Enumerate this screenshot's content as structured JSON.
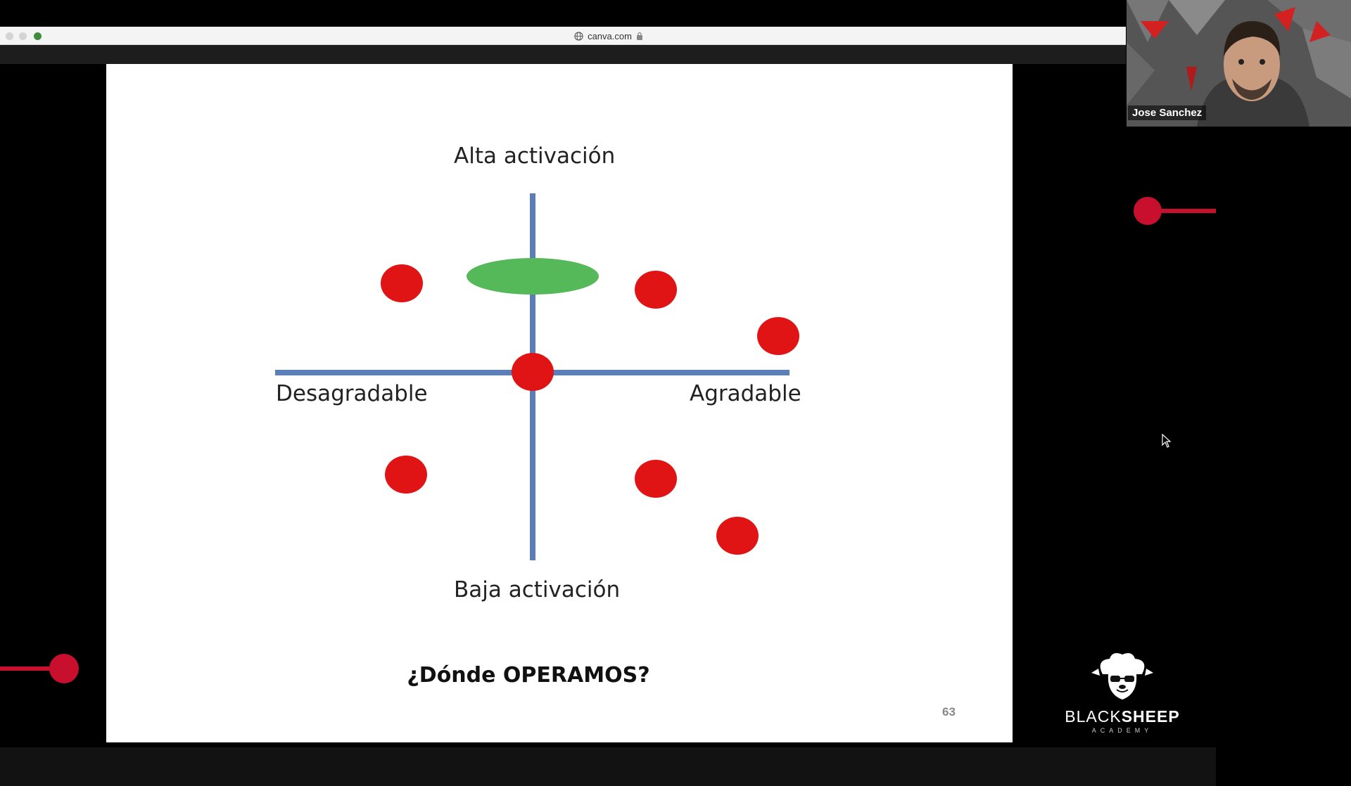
{
  "browser": {
    "url": "canva.com"
  },
  "slide": {
    "top_label": "Alta activación",
    "bottom_label": "Baja activación",
    "left_label": "Desagradable",
    "right_label": "Agradable",
    "question": "¿Dónde OPERAMOS?",
    "page_number": "63"
  },
  "video": {
    "participant_name": "Jose Sanchez"
  },
  "logo": {
    "text_light": "BLACK",
    "text_bold": "SHEEP",
    "subtext": "ACADEMY"
  },
  "colors": {
    "axis": "#5b7db8",
    "dot": "#e01414",
    "ellipse": "#55b95a",
    "accent_red": "#c8102e"
  }
}
